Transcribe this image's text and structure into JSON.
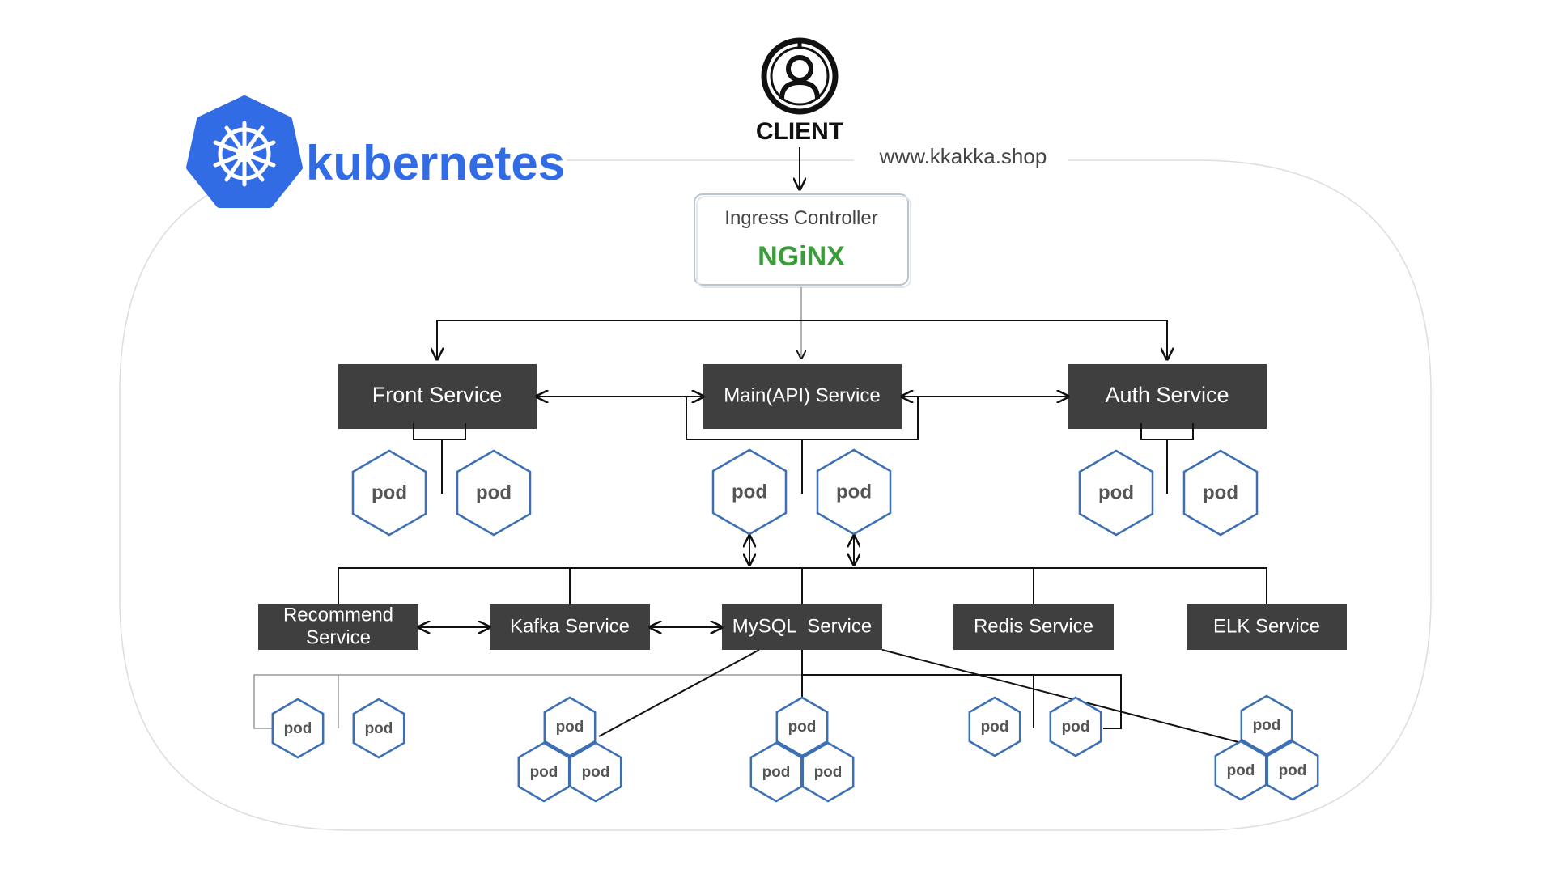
{
  "brand": {
    "logo_text": "kubernetes",
    "logo_color": "#326ce5"
  },
  "client": {
    "label": "CLIENT"
  },
  "domain": {
    "url": "www.kkakka.shop"
  },
  "ingress": {
    "title": "Ingress Controller",
    "engine": "NGiNX",
    "engine_color": "#3a9d3a"
  },
  "services_top": [
    {
      "label": "Front Service"
    },
    {
      "label": "Main(API) Service"
    },
    {
      "label": "Auth Service"
    }
  ],
  "services_bottom": [
    {
      "label": "Recommend Service",
      "label_lines": [
        "Recommend",
        "Service"
      ]
    },
    {
      "label": "Kafka Service"
    },
    {
      "label": "MySQL  Service"
    },
    {
      "label": "Redis Service"
    },
    {
      "label": "ELK Service"
    }
  ],
  "pod_label": "pod",
  "colors": {
    "service_box": "#3f3f3f",
    "pod_stroke": "#3c6fb3",
    "frame": "#dddddd"
  }
}
